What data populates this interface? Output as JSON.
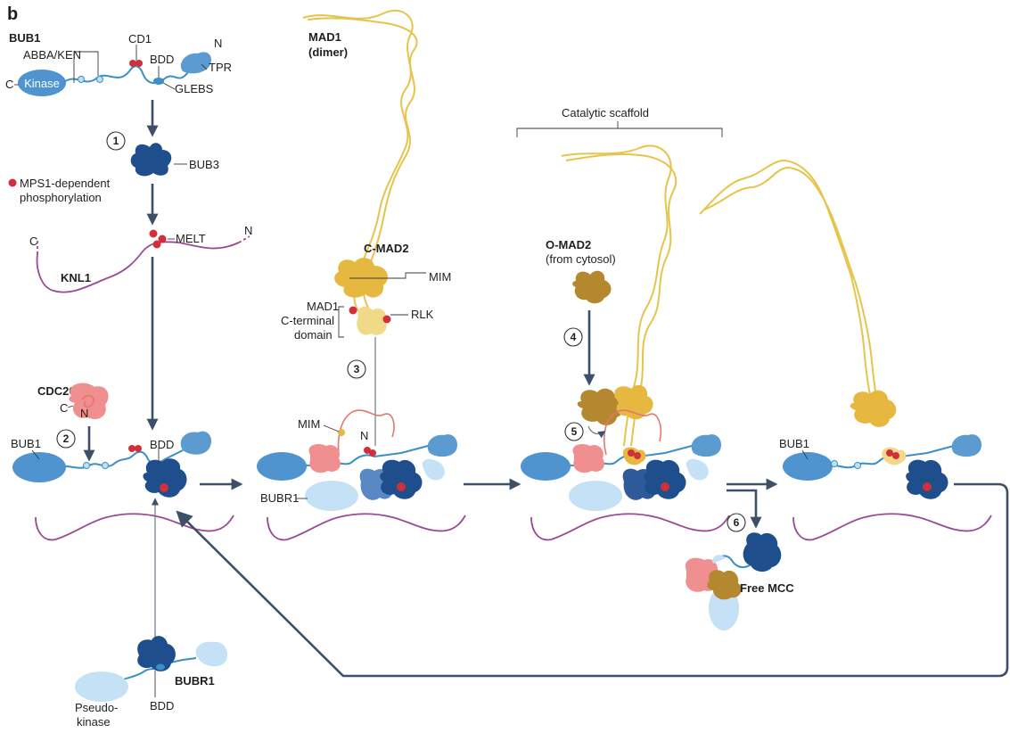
{
  "panel_label": "b",
  "labels": {
    "bub1_title": "BUB1",
    "abba_ken": "ABBA/KEN",
    "cd1": "CD1",
    "n_term_top": "N",
    "bdd_top": "BDD",
    "tpr": "TPR",
    "c_term_top": "C",
    "kinase": "Kinase",
    "glebs": "GLEBS",
    "bub3": "BUB3",
    "mps1_line1": "MPS1-dependent",
    "mps1_line2": "phosphorylation",
    "c_knl1": "C",
    "melt": "MELT",
    "n_knl1": "N",
    "knl1": "KNL1",
    "cdc20": "CDC20",
    "cdc20_c": "C",
    "cdc20_n": "N",
    "bub1_left": "BUB1",
    "bdd_mid": "BDD",
    "bubr1_bottom": "BUBR1",
    "pseudo_line1": "Pseudo-",
    "pseudo_line2": "kinase",
    "bdd_bottom": "BDD",
    "mad1_line1": "MAD1",
    "mad1_line2": "(dimer)",
    "c_mad2": "C-MAD2",
    "mim_upper": "MIM",
    "mad1_ctd_line1": "MAD1",
    "mad1_ctd_line2": "C-terminal",
    "mad1_ctd_line3": "domain",
    "rlk": "RLK",
    "mim_lower": "MIM",
    "n_mid": "N",
    "bubr1_mid": "BUBR1",
    "catalytic_scaffold": "Catalytic scaffold",
    "o_mad2_line1": "O-MAD2",
    "o_mad2_line2": "(from cytosol)",
    "bub1_right": "BUB1",
    "free_mcc": "Free MCC"
  },
  "steps": [
    "1",
    "2",
    "3",
    "4",
    "5",
    "6"
  ],
  "colors": {
    "bub1": "#4f94cf",
    "bub3": "#1e4f8c",
    "bubr1": "#c4e1f5",
    "mad1": "#e6c44c",
    "mad2": "#e6b840",
    "o_mad2": "#b5872e",
    "cdc20": "#ef8f8f",
    "knl1": "#9a4a94",
    "phospho": "#d0303a",
    "arrow": "#3d5068"
  }
}
